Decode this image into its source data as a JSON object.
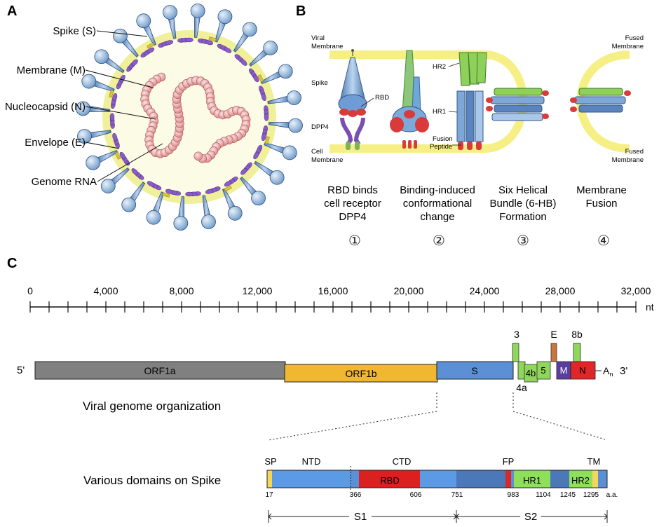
{
  "panel_a": {
    "letter": "A",
    "labels": {
      "spike": "Spike (S)",
      "membrane": "Membrane (M)",
      "nucleocapsid": "Nucleocapsid (N)",
      "envelope": "Envelope (E)",
      "genome": "Genome RNA"
    }
  },
  "panel_b": {
    "letter": "B",
    "labels": {
      "viral_membrane": [
        "Viral",
        "Membrane"
      ],
      "spike": "Spike",
      "dpp4": "DPP4",
      "cell_membrane": [
        "Cell",
        "Membrane"
      ],
      "rbd": "RBD",
      "hr2": "HR2",
      "hr1": "HR1",
      "fusion_peptide": [
        "Fusion",
        "Peptide"
      ],
      "fused_top": [
        "Fused",
        "Membrane"
      ],
      "fused_bottom": [
        "Fused",
        "Membrane"
      ]
    },
    "steps": [
      {
        "lines": [
          "RBD binds",
          "cell receptor",
          "DPP4"
        ],
        "num": "①"
      },
      {
        "lines": [
          "Binding-induced",
          "conformational",
          "change"
        ],
        "num": "②"
      },
      {
        "lines": [
          "Six Helical",
          "Bundle (6-HB)",
          "Formation"
        ],
        "num": "③"
      },
      {
        "lines": [
          "Membrane",
          "Fusion"
        ],
        "num": "④"
      }
    ]
  },
  "panel_c": {
    "letter": "C",
    "axis": {
      "ticks": [
        "0",
        "4,000",
        "8,000",
        "12,000",
        "16,000",
        "20,000",
        "24,000",
        "28,000",
        "32,000"
      ],
      "unit": "nt"
    },
    "genome": {
      "five_prime": "5'",
      "three_prime": "3'",
      "poly_a": "A",
      "poly_a_sub": "n",
      "caption": "Viral genome organization",
      "genes": {
        "orf1a": "ORF1a",
        "orf1b": "ORF1b",
        "s": "S",
        "g3": "3",
        "g4a": "4a",
        "g4b": "4b",
        "g5": "5",
        "e": "E",
        "m": "M",
        "n": "N",
        "g8b": "8b"
      },
      "colors": {
        "orf1a": "#808080",
        "orf1b": "#f2b730",
        "s": "#5b8fd6",
        "accessory": "#90d65a",
        "e": "#c8763a",
        "m": "#5a3d9e",
        "n": "#e02727"
      }
    },
    "spike_domains": {
      "caption": "Various domains on Spike",
      "top_labels": {
        "sp": "SP",
        "ntd": "NTD",
        "ctd": "CTD",
        "fp": "FP",
        "tm": "TM"
      },
      "inner_labels": {
        "rbd": "RBD",
        "hr1": "HR1",
        "hr2": "HR2"
      },
      "positions": [
        "17",
        "366",
        "606",
        "751",
        "983",
        "1104",
        "1245",
        "1295"
      ],
      "unit": "a.a.",
      "s1": "S1",
      "s2": "S2"
    }
  }
}
